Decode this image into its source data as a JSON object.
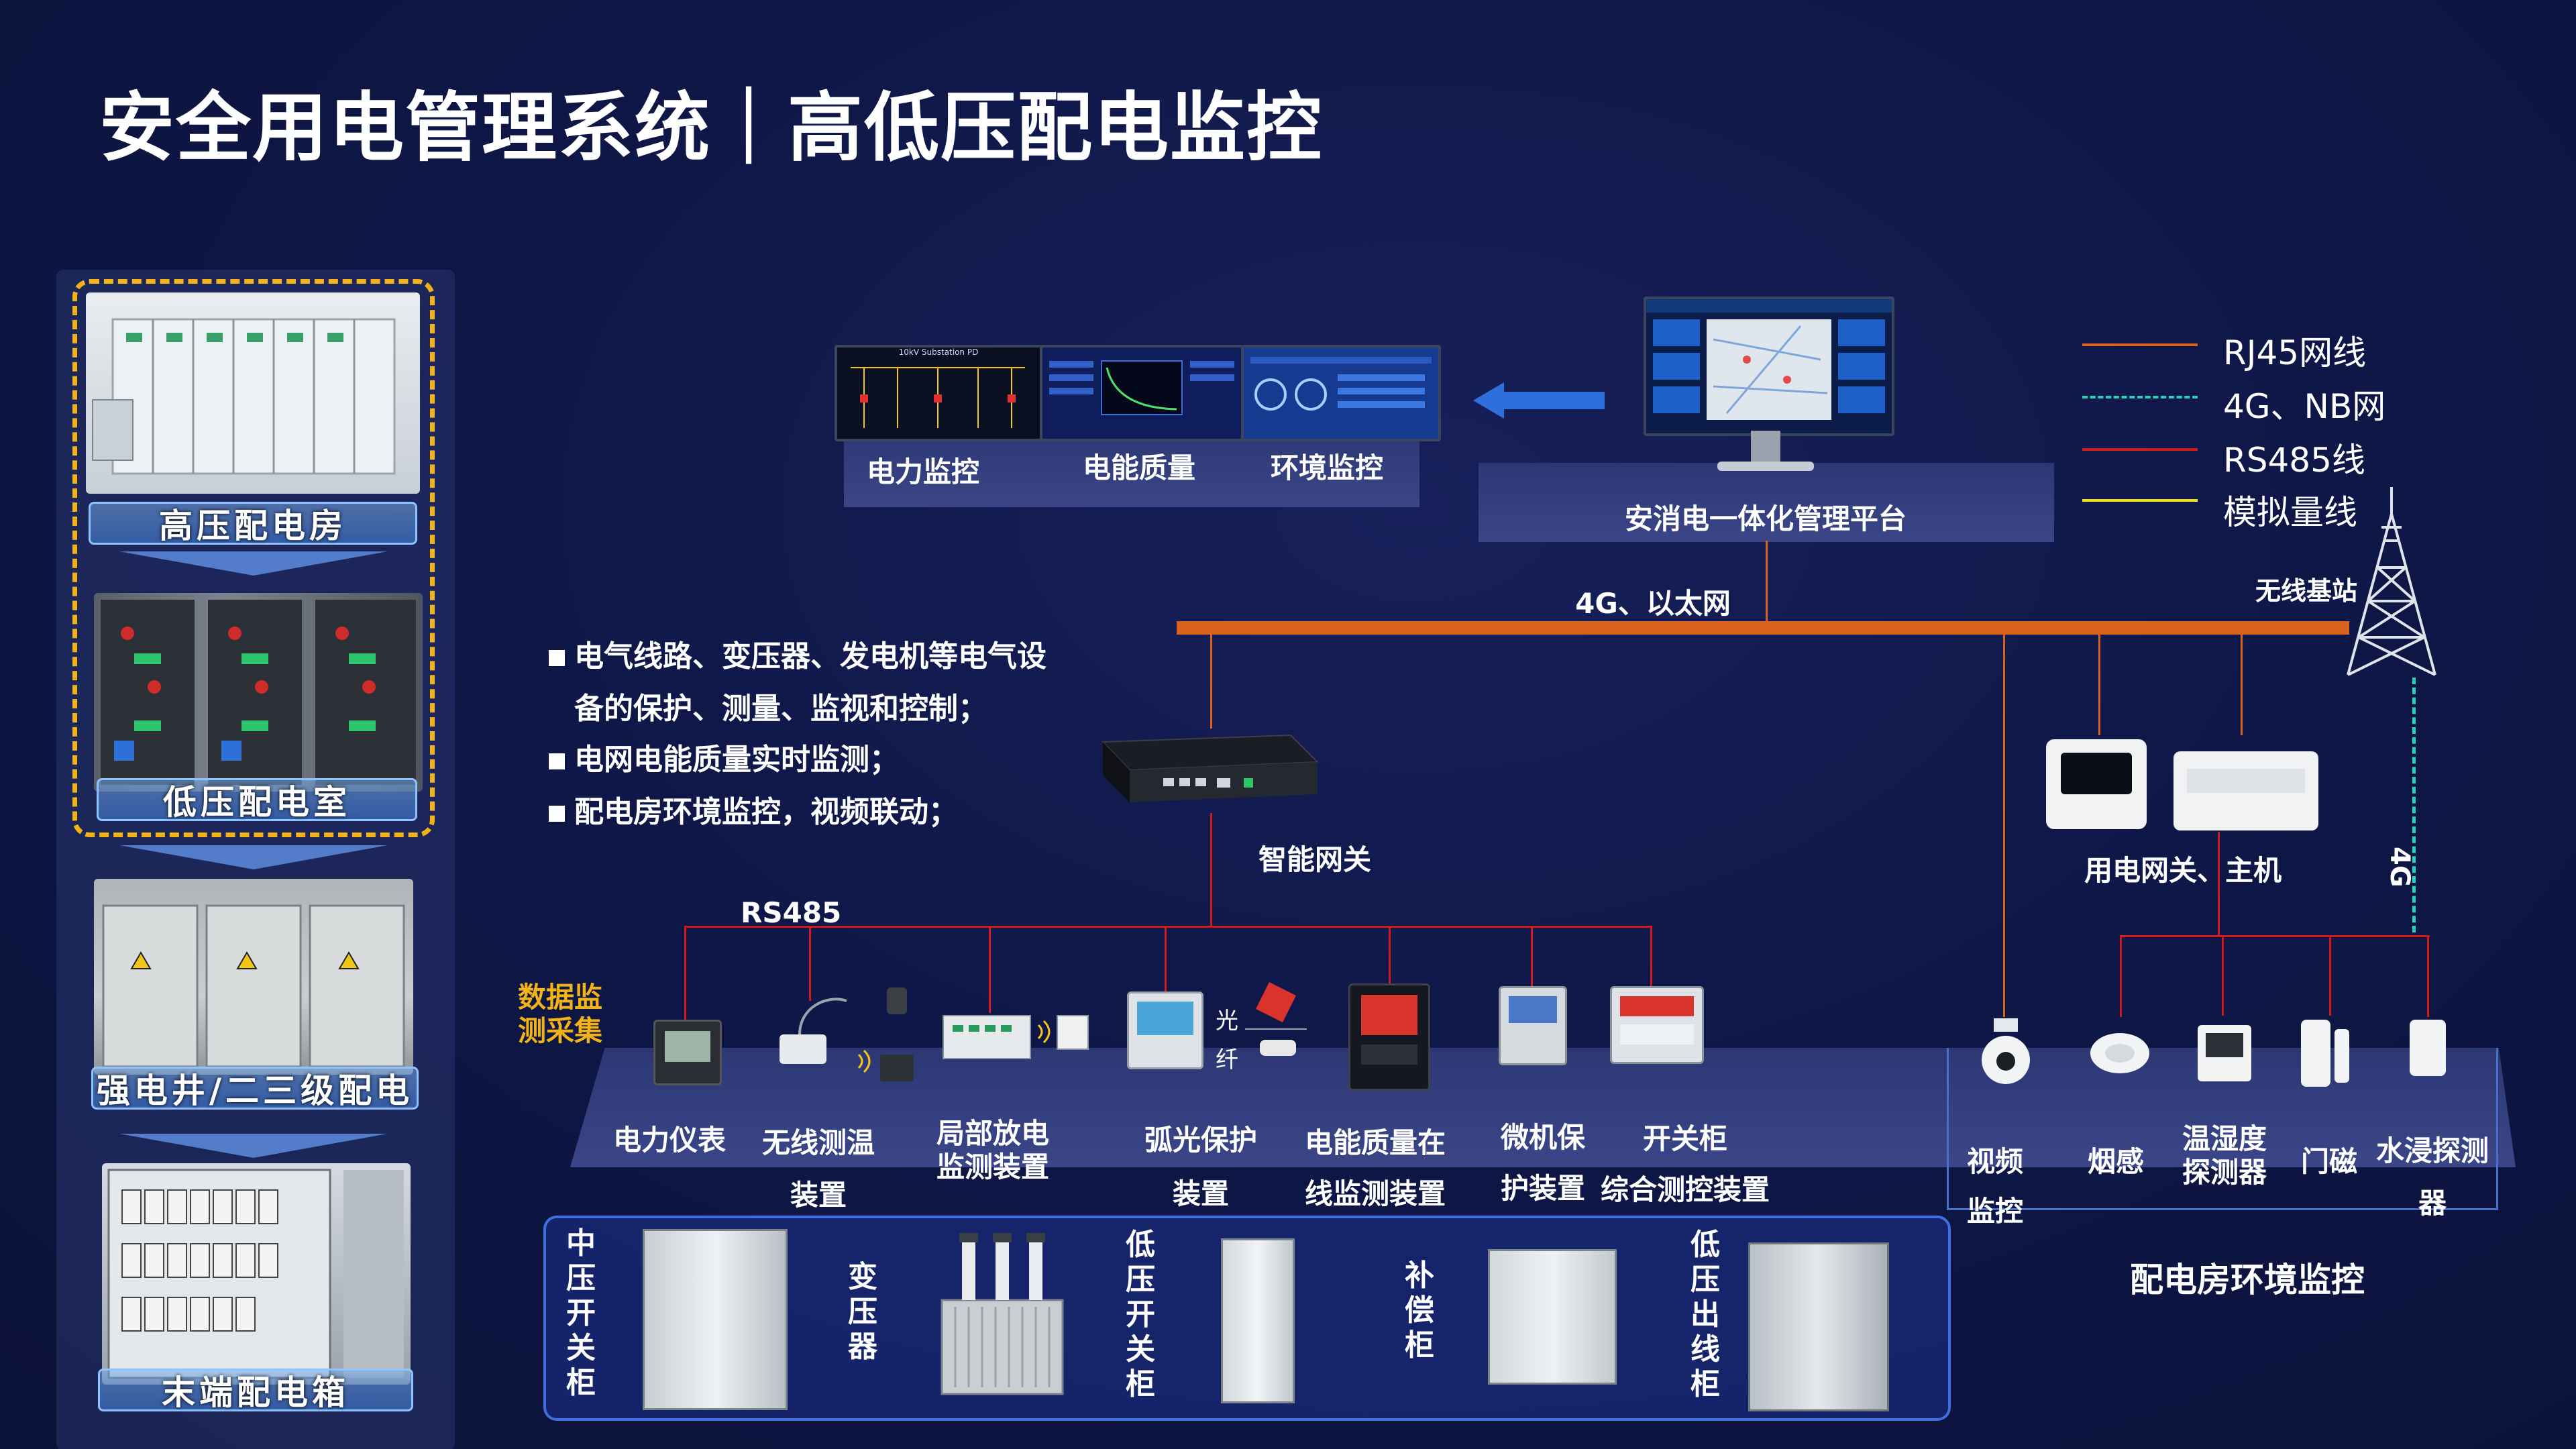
{
  "title": "安全用电管理系统｜高低压配电监控",
  "left_panel": {
    "items": [
      {
        "label": "高压配电房"
      },
      {
        "label": "低压配电室"
      },
      {
        "label": "强电井/二三级配电"
      },
      {
        "label": "末端配电箱"
      }
    ]
  },
  "monitors": {
    "screen1_caption": "10kV Substation PD",
    "labels": [
      "电力监控",
      "电能质量",
      "环境监控"
    ]
  },
  "platform": {
    "label": "安消电一体化管理平台"
  },
  "legend": {
    "items": [
      {
        "label": "RJ45网线",
        "color": "#d9621f",
        "style": "solid"
      },
      {
        "label": "4G、NB网",
        "color": "#26d2b8",
        "style": "dashed"
      },
      {
        "label": "RS485线",
        "color": "#d11a1a",
        "style": "solid"
      },
      {
        "label": "模拟量线",
        "color": "#e8e020",
        "style": "solid"
      }
    ]
  },
  "network": {
    "bus_label": "4G、以太网",
    "tower_label": "无线基站",
    "link_4g": "4G",
    "rs485": "RS485"
  },
  "bullets": [
    "电气线路、变压器、发电机等电气设",
    "备的保护、测量、监视和控制；",
    "电网电能质量实时监测；",
    "配电房环境监控，视频联动；"
  ],
  "gateway": {
    "label": "智能网关"
  },
  "host": {
    "label": "用电网关、主机"
  },
  "data_collect": {
    "label": "数据监测采集"
  },
  "devices": [
    {
      "line1": "电力仪表",
      "line2": ""
    },
    {
      "line1": "无线测温",
      "line2": "装置"
    },
    {
      "line1": "局部放电",
      "line2": "监测装置"
    },
    {
      "line1": "弧光保护",
      "line2": "装置"
    },
    {
      "line1": "电能质量在",
      "line2": "线监测装置"
    },
    {
      "line1": "微机保",
      "line2": "护装置"
    },
    {
      "line1": "开关柜",
      "line2": "综合测控装置"
    }
  ],
  "fiber": {
    "top": "光",
    "bottom": "纤"
  },
  "env_devices": [
    {
      "line1": "视频",
      "line2": "监控"
    },
    {
      "line1": "烟感",
      "line2": ""
    },
    {
      "line1": "温湿度",
      "line2": "探测器"
    },
    {
      "line1": "门磁",
      "line2": ""
    },
    {
      "line1": "水浸探测",
      "line2": "器"
    }
  ],
  "env_label": "配电房环境监控",
  "equipment": [
    "中压开关柜",
    "变压器",
    "低压开关柜",
    "补偿柜",
    "低压出线柜"
  ]
}
